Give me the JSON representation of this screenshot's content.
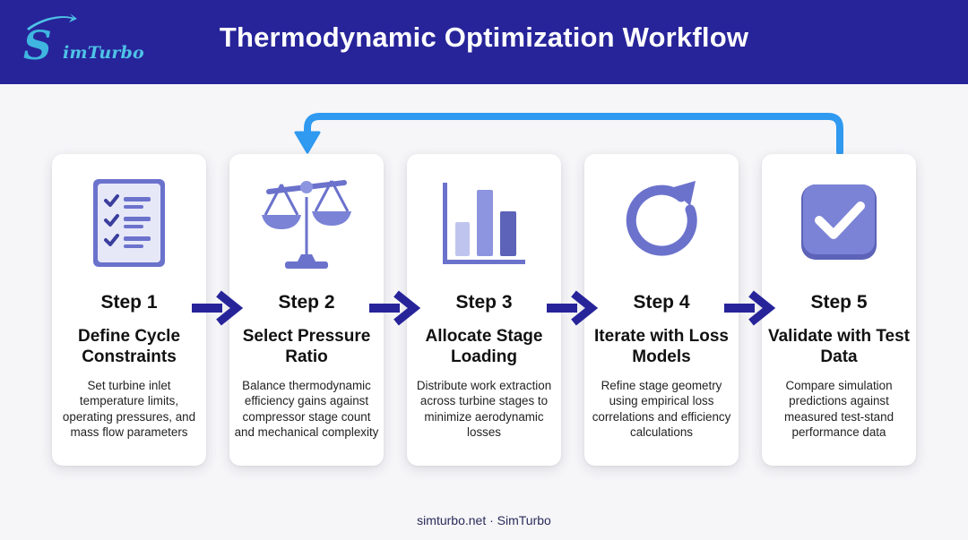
{
  "header": {
    "logo_text": "imTurbo",
    "title": "Thermodynamic Optimization Workflow"
  },
  "steps": [
    {
      "label": "Step 1",
      "title": "Define Cycle Constraints",
      "description": "Set turbine inlet temperature limits, operating pressures, and mass flow parameters",
      "icon": "checklist-icon"
    },
    {
      "label": "Step 2",
      "title": "Select Pressure Ratio",
      "description": "Balance thermodynamic efficiency gains against compressor stage count and mechanical complexity",
      "icon": "balance-scale-icon"
    },
    {
      "label": "Step 3",
      "title": "Allocate Stage Loading",
      "description": "Distribute work extraction across turbine stages to minimize aerodynamic losses",
      "icon": "bar-chart-icon"
    },
    {
      "label": "Step 4",
      "title": "Iterate with Loss Models",
      "description": "Refine stage geometry using empirical loss correlations and efficiency calculations",
      "icon": "circular-arrow-icon"
    },
    {
      "label": "Step 5",
      "title": "Validate with Test Data",
      "description": "Compare simulation predictions against measured test-stand performance data",
      "icon": "checkmark-icon"
    }
  ],
  "footer": {
    "text": "simturbo.net · SimTurbo"
  },
  "colors": {
    "header_bg": "#27249a",
    "arrow": "#27249a",
    "loop_arrow": "#2f9af0",
    "icon_fill": "#7b83d6",
    "logo_accent": "#4ec3e6"
  }
}
